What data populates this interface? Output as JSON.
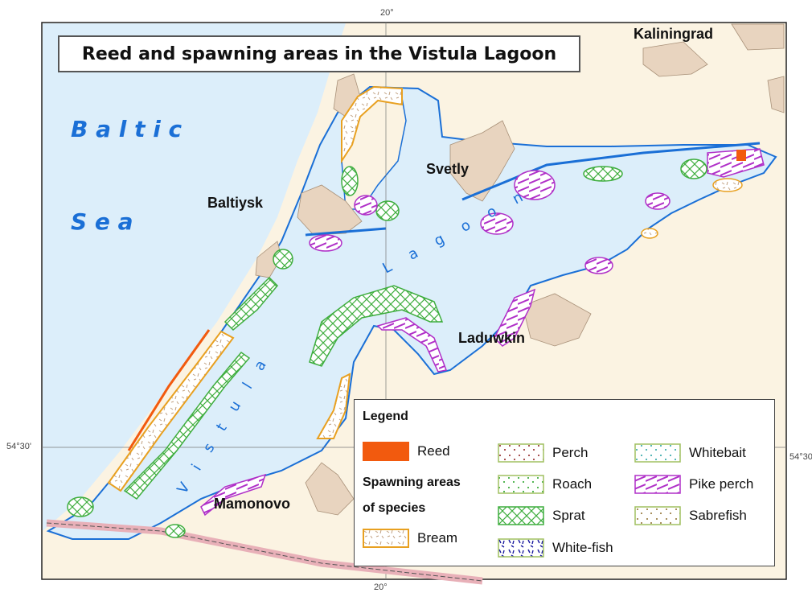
{
  "title": "Reed and spawning areas in the Vistula Lagoon",
  "coords": {
    "top": "20°",
    "bottom": "20°",
    "left": "54°30'",
    "right": "54°30'"
  },
  "places": {
    "kaliningrad": "Kaliningrad",
    "svetly": "Svetly",
    "baltiysk": "Baltiysk",
    "laduwkin": "Laduwkin",
    "mamonovo": "Mamonovo"
  },
  "sea_label": {
    "line1": "B a l t i c",
    "line2": "S e a"
  },
  "lagoon_label": {
    "word1": "V i s t u l a",
    "word2": "L a g o o n"
  },
  "legend": {
    "title": "Legend",
    "spawning_line1": "Spawning areas",
    "spawning_line2": "of species",
    "items": {
      "reed": "Reed",
      "bream": "Bream",
      "perch": "Perch",
      "roach": "Roach",
      "sprat": "Sprat",
      "whitefish": "White-fish",
      "whitebait": "Whitebait",
      "pikeperch": "Pike perch",
      "sabrefish": "Sabrefish"
    }
  },
  "colors": {
    "water": "#dceefa",
    "land": "#fbf3e2",
    "town": "#e8d4bf",
    "reed": "#f25a0e",
    "bream": "#e8a020",
    "sprat": "#3fae3f",
    "pikeperch": "#b030c8",
    "whitefish": "#1a1aa0",
    "whitebait": "#20a0a0",
    "perch": "#8b1a1a",
    "roach": "#20a020",
    "sabrefish": "#8b6b2a",
    "shore": "#1a6fd6"
  }
}
